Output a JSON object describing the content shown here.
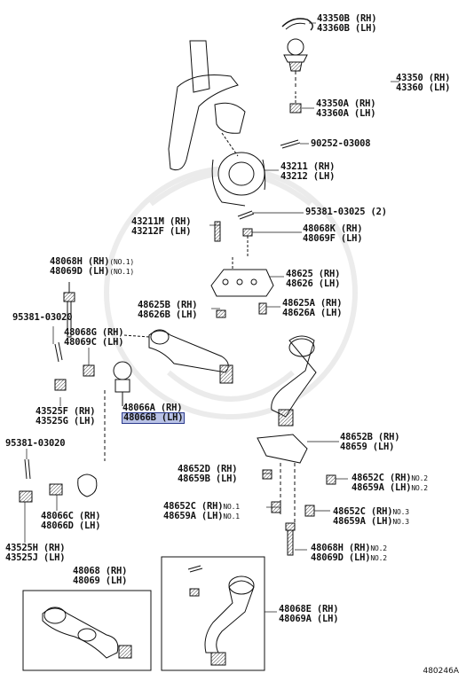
{
  "labels": {
    "snap_ring": [
      "43350B (RH)",
      "43360B (LH)"
    ],
    "ball_joint_assy": [
      "43350 (RH)",
      "43360 (LH)"
    ],
    "ball_joint_nut": [
      "43350A (RH)",
      "43360A (LH)"
    ],
    "cotter_pin_top": "90252-03008",
    "knuckle": [
      "43211 (RH)",
      "43212 (LH)"
    ],
    "cotter_pin_mid": "95381-03025 (2)",
    "knuckle_stud": [
      "43211M (RH)",
      "43212F (LH)"
    ],
    "nut_48068k": [
      "48068K (RH)",
      "48069F (LH)"
    ],
    "bolt_48068h_top": [
      "48068H (RH)",
      "48069D (LH)"
    ],
    "bolt_48068h_top_note": "(NO.1)",
    "bracket": [
      "48625 (RH)",
      "48626 (LH)"
    ],
    "nut_48625b": [
      "48625B (RH)",
      "48626B (LH)"
    ],
    "bolt_48625a": [
      "48625A (RH)",
      "48626A (LH)"
    ],
    "cotter_left_top": "95381-03020",
    "nut_48068g": [
      "48068G (RH)",
      "48069C (LH)"
    ],
    "upper_arm_joint": [
      "48066A (RH)",
      "48066B (LH)"
    ],
    "nut_43525f": [
      "43525F (RH)",
      "43525G (LH)"
    ],
    "cotter_left_bottom": "95381-03020",
    "bracket_48652b": [
      "48652B (RH)",
      "48659 (LH)"
    ],
    "bolt_48652d": [
      "48652D (RH)",
      "48659B (LH)"
    ],
    "bolt_48652c_no2": [
      "48652C (RH)",
      "48659A (LH)"
    ],
    "bolt_48652c_no2_note": "NO.2",
    "bolt_48652c_no1": [
      "48652C (RH)",
      "48659A (LH)"
    ],
    "bolt_48652c_no1_note": "NO.1",
    "bolt_48652c_no3": [
      "48652C (RH)",
      "48659A (LH)"
    ],
    "bolt_48652c_no3_note": "NO.3",
    "nut_48066c": [
      "48066C (RH)",
      "48066D (LH)"
    ],
    "nut_43525h": [
      "43525H (RH)",
      "43525J (LH)"
    ],
    "bolt_48068h_bottom": [
      "48068H (RH)",
      "48069D (LH)"
    ],
    "bolt_48068h_bottom_note": "NO.2",
    "upper_arm_assy": [
      "48068 (RH)",
      "48069 (LH)"
    ],
    "idler_arm": [
      "48068E (RH)",
      "48069A (LH)"
    ]
  },
  "diagram_id": "480246A"
}
